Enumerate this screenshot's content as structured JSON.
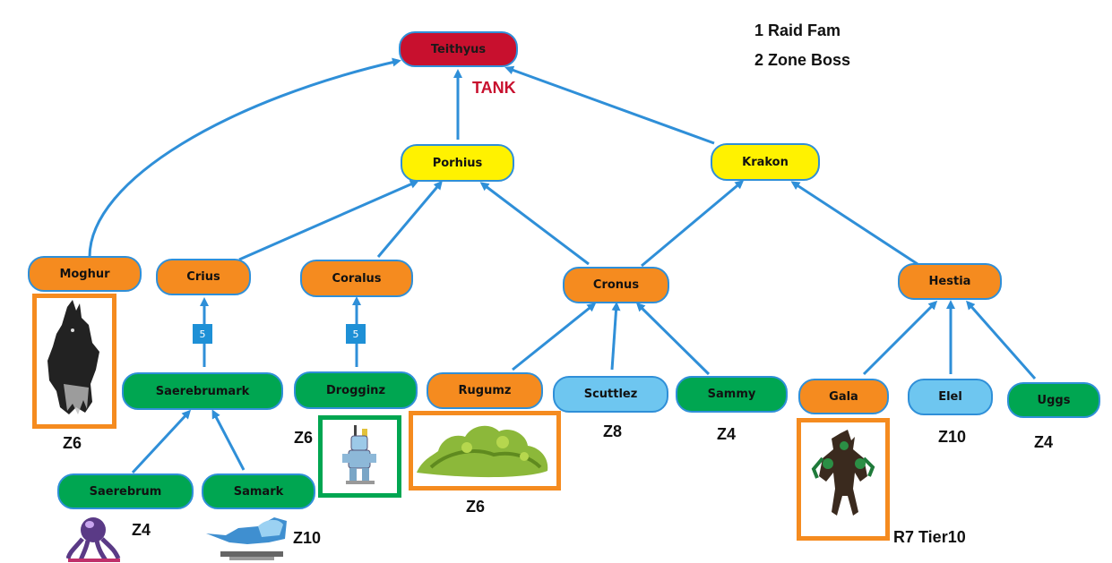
{
  "legend": [
    "1 Raid Fam",
    "2 Zone Boss"
  ],
  "tank_label": "TANK",
  "nodes": {
    "teithyus": "Teithyus",
    "porhius": "Porhius",
    "krakon": "Krakon",
    "moghur": "Moghur",
    "crius": "Crius",
    "coralus": "Coralus",
    "cronus": "Cronus",
    "hestia": "Hestia",
    "saerebrumark": "Saerebrumark",
    "drogginz": "Drogginz",
    "rugumz": "Rugumz",
    "scuttlez": "Scuttlez",
    "sammy": "Sammy",
    "gala": "Gala",
    "elel": "Elel",
    "uggs": "Uggs",
    "saerebrum": "Saerebrum",
    "samark": "Samark"
  },
  "badges": {
    "crius_link": "5",
    "coralus_link": "5"
  },
  "zone_labels": {
    "moghur": "Z6",
    "drogginz": "Z6",
    "rugumz": "Z6",
    "scuttlez": "Z8",
    "sammy": "Z4",
    "elel": "Z10",
    "uggs": "Z4",
    "saerebrum": "Z4",
    "samark": "Z10",
    "gala": "R7 Tier10"
  },
  "colors": {
    "edge": "#2f8fd8",
    "red": "#c8102e",
    "yellow": "#fff200",
    "orange": "#f58b1f",
    "green": "#00a651",
    "blue": "#6ec6f0"
  }
}
